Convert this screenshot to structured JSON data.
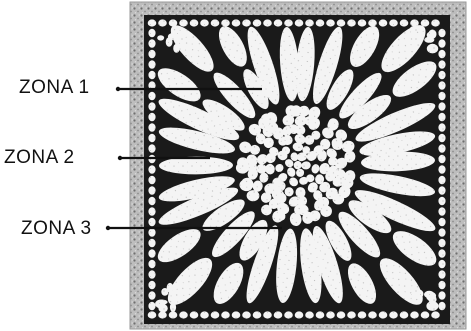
{
  "labels": {
    "zone1": "ZONA 1",
    "zone2": "ZONA 2",
    "zone3": "ZONA 3"
  },
  "colors": {
    "background": "#ffffff",
    "stone": "#f6f6f6",
    "grout": "#161616",
    "speckle": "#8a8a8a",
    "border": "#c8c8c8",
    "ink": "#111111"
  }
}
